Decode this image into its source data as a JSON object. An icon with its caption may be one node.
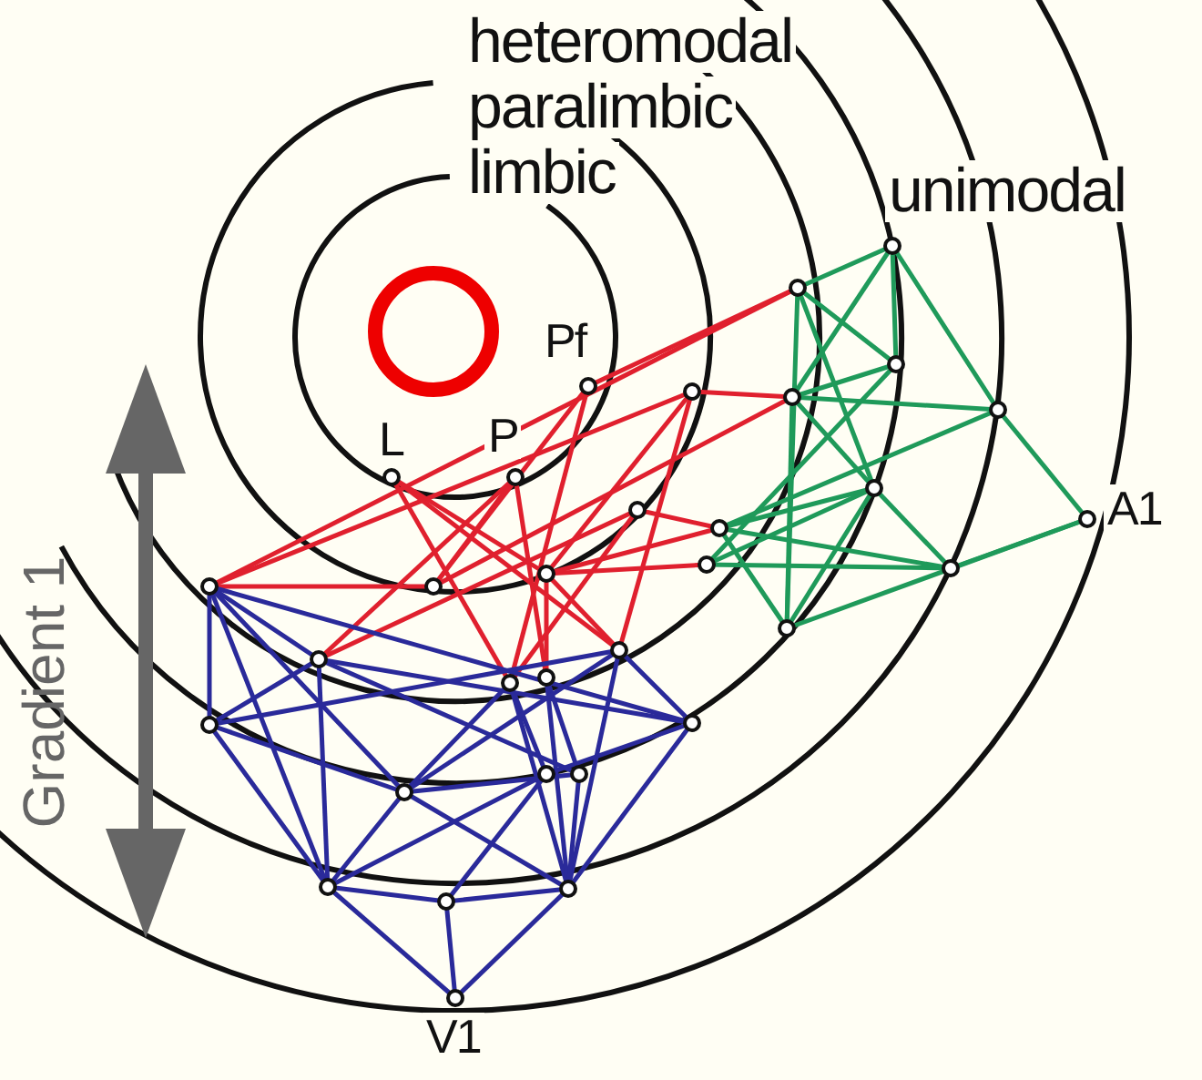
{
  "diagram": {
    "labels": [
      "heteromodal",
      "paralimbic",
      "limbic",
      "unimodal",
      "Pf",
      "L",
      "P",
      "A1",
      "Gradient 1",
      "V1"
    ]
  }
}
